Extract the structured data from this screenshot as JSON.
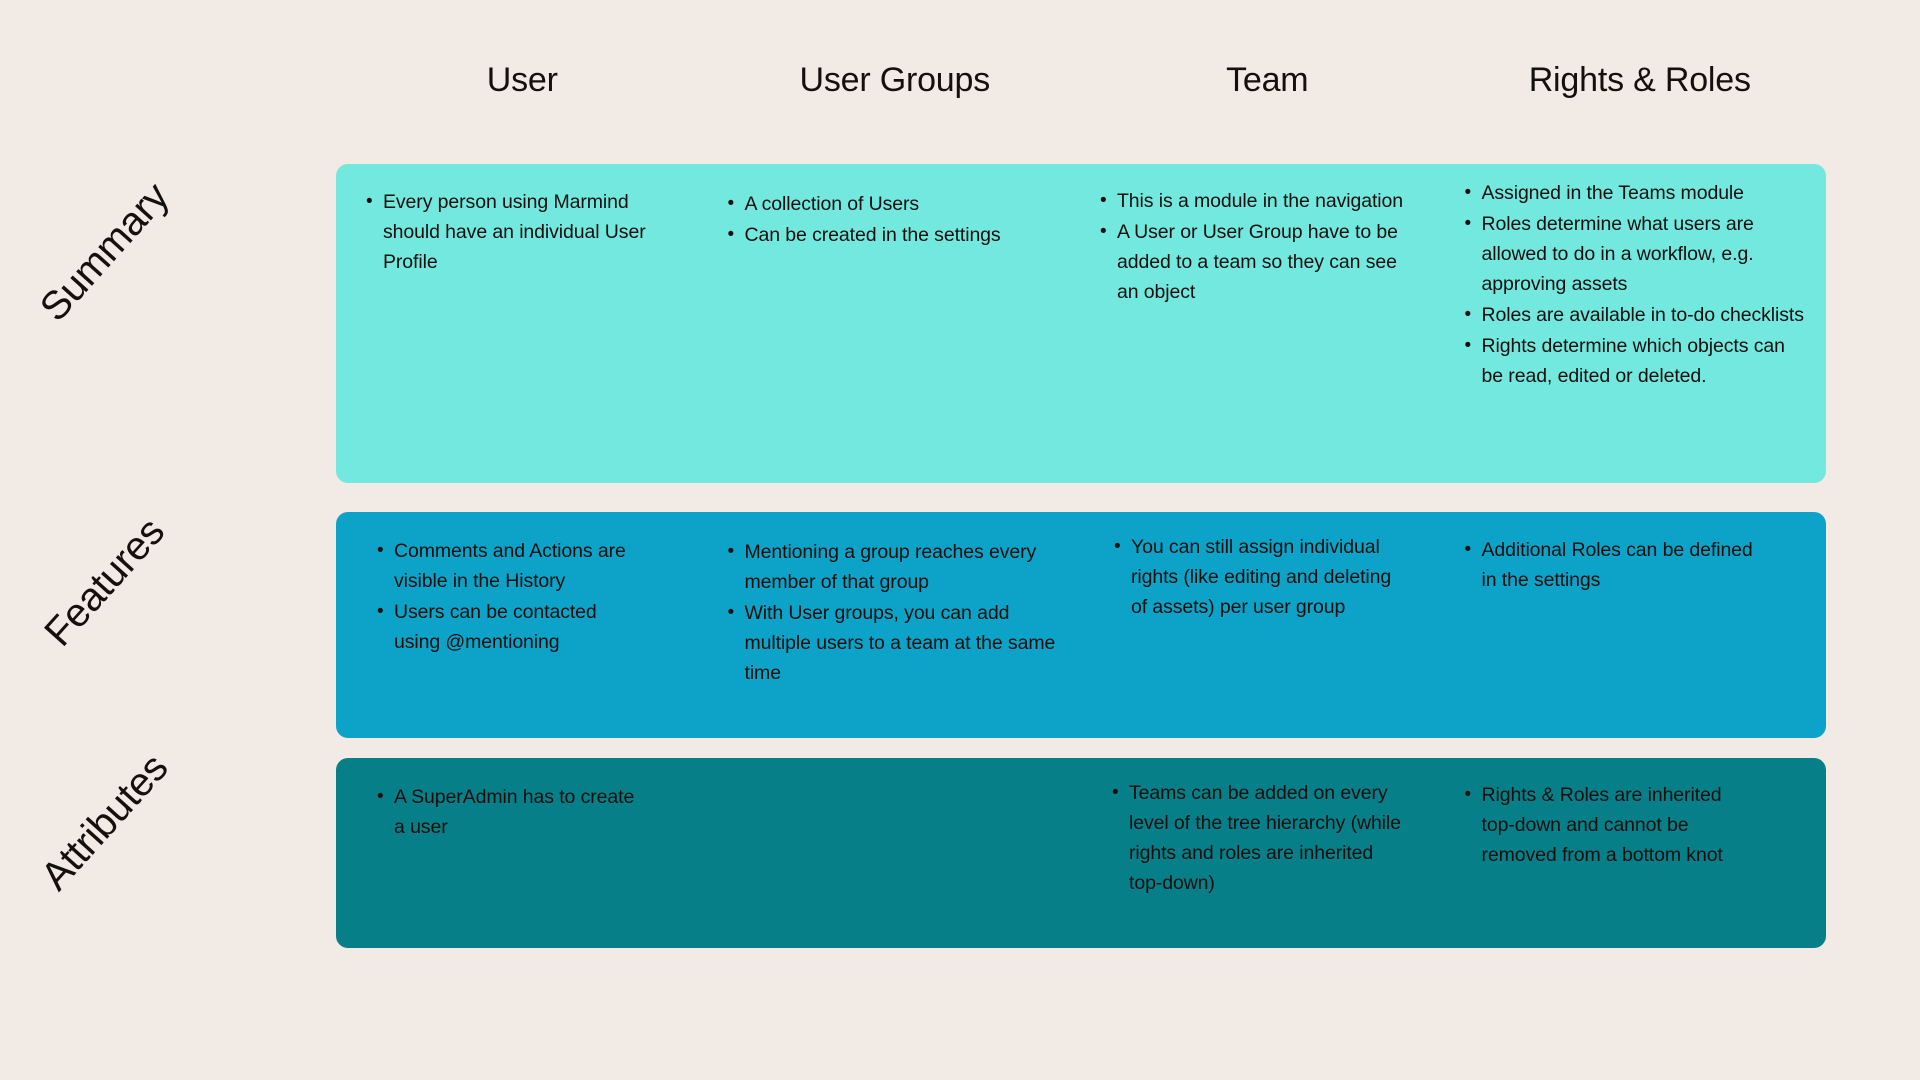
{
  "colors": {
    "background": "#F2EAE4",
    "row_summary": "#72E8DF",
    "row_features": "#0DA3C8",
    "row_attributes": "#077F89",
    "text": "#14100E"
  },
  "columns": [
    {
      "label": "User"
    },
    {
      "label": "User Groups"
    },
    {
      "label": "Team"
    },
    {
      "label": "Rights & Roles"
    }
  ],
  "rows": [
    {
      "label": "Summary",
      "color": "#72E8DF",
      "cells": [
        {
          "column": "User",
          "items": [
            "Every person using Marmind should have an individual User Profile"
          ]
        },
        {
          "column": "User Groups",
          "items": [
            "A collection of Users",
            "Can be created in the settings"
          ]
        },
        {
          "column": "Team",
          "items": [
            "This is a module in the navigation",
            "A User or User Group have to be added to a team so they can see an object"
          ]
        },
        {
          "column": "Rights & Roles",
          "items": [
            "Assigned in the Teams module",
            "Roles determine what users are allowed to do in a workflow, e.g. approving assets",
            "Roles are available in to-do checklists",
            "Rights determine which objects can be read, edited or deleted."
          ]
        }
      ]
    },
    {
      "label": "Features",
      "color": "#0DA3C8",
      "cells": [
        {
          "column": "User",
          "items": [
            "Comments and Actions are visible in the History",
            "Users can be contacted using @mentioning"
          ]
        },
        {
          "column": "User Groups",
          "items": [
            "Mentioning a group reaches every member of that group",
            "With User groups, you can add multiple users to a team at the same time"
          ]
        },
        {
          "column": "Team",
          "items": [
            "You can still assign individual rights (like editing and deleting of assets) per user group"
          ]
        },
        {
          "column": "Rights & Roles",
          "items": [
            "Additional Roles can be defined in the settings"
          ]
        }
      ]
    },
    {
      "label": "Attributes",
      "color": "#077F89",
      "cells": [
        {
          "column": "User",
          "items": [
            "A SuperAdmin has to create a user"
          ]
        },
        {
          "column": "User Groups",
          "items": []
        },
        {
          "column": "Team",
          "items": [
            "Teams can be added on every level of the tree hierarchy (while rights and roles are inherited top-down)"
          ]
        },
        {
          "column": "Rights & Roles",
          "items": [
            "Rights & Roles are inherited top-down and cannot be removed from a bottom knot"
          ]
        }
      ]
    }
  ]
}
